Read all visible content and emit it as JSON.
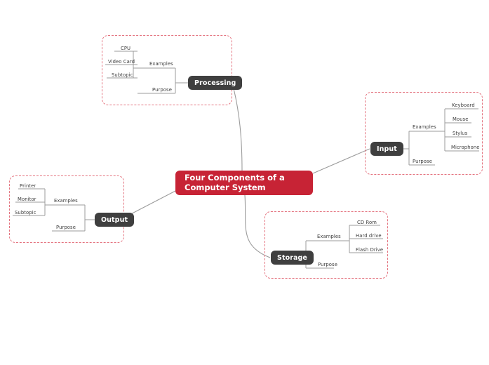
{
  "diagram": {
    "type": "mind-map",
    "background": "#ffffff",
    "central": {
      "label": "Four Components of a Computer System",
      "color": "#c72335",
      "text_color": "#ffffff"
    },
    "branch_color": "#3f3f3f",
    "frame_color": "#e4737f",
    "connector_color": "#9b9b9b",
    "branches": [
      {
        "id": "processing",
        "label": "Processing",
        "side": "left",
        "groups": [
          {
            "label": "Examples",
            "items": [
              "CPU",
              "Video Card",
              "Subtopic"
            ]
          },
          {
            "label": "Purpose",
            "items": []
          }
        ]
      },
      {
        "id": "input",
        "label": "Input",
        "side": "right",
        "groups": [
          {
            "label": "Examples",
            "items": [
              "Keyboard",
              "Mouse",
              "Stylus",
              "Microphone"
            ]
          },
          {
            "label": "Purpose",
            "items": []
          }
        ]
      },
      {
        "id": "output",
        "label": "Output",
        "side": "left",
        "groups": [
          {
            "label": "Examples",
            "items": [
              "Printer",
              "Monitor",
              "Subtopic"
            ]
          },
          {
            "label": "Purpose",
            "items": []
          }
        ]
      },
      {
        "id": "storage",
        "label": "Storage",
        "side": "right",
        "groups": [
          {
            "label": "Examples",
            "items": [
              "CD Rom",
              "Hard drive",
              "Flash Drive"
            ]
          },
          {
            "label": "Purpose",
            "items": []
          }
        ]
      }
    ]
  }
}
